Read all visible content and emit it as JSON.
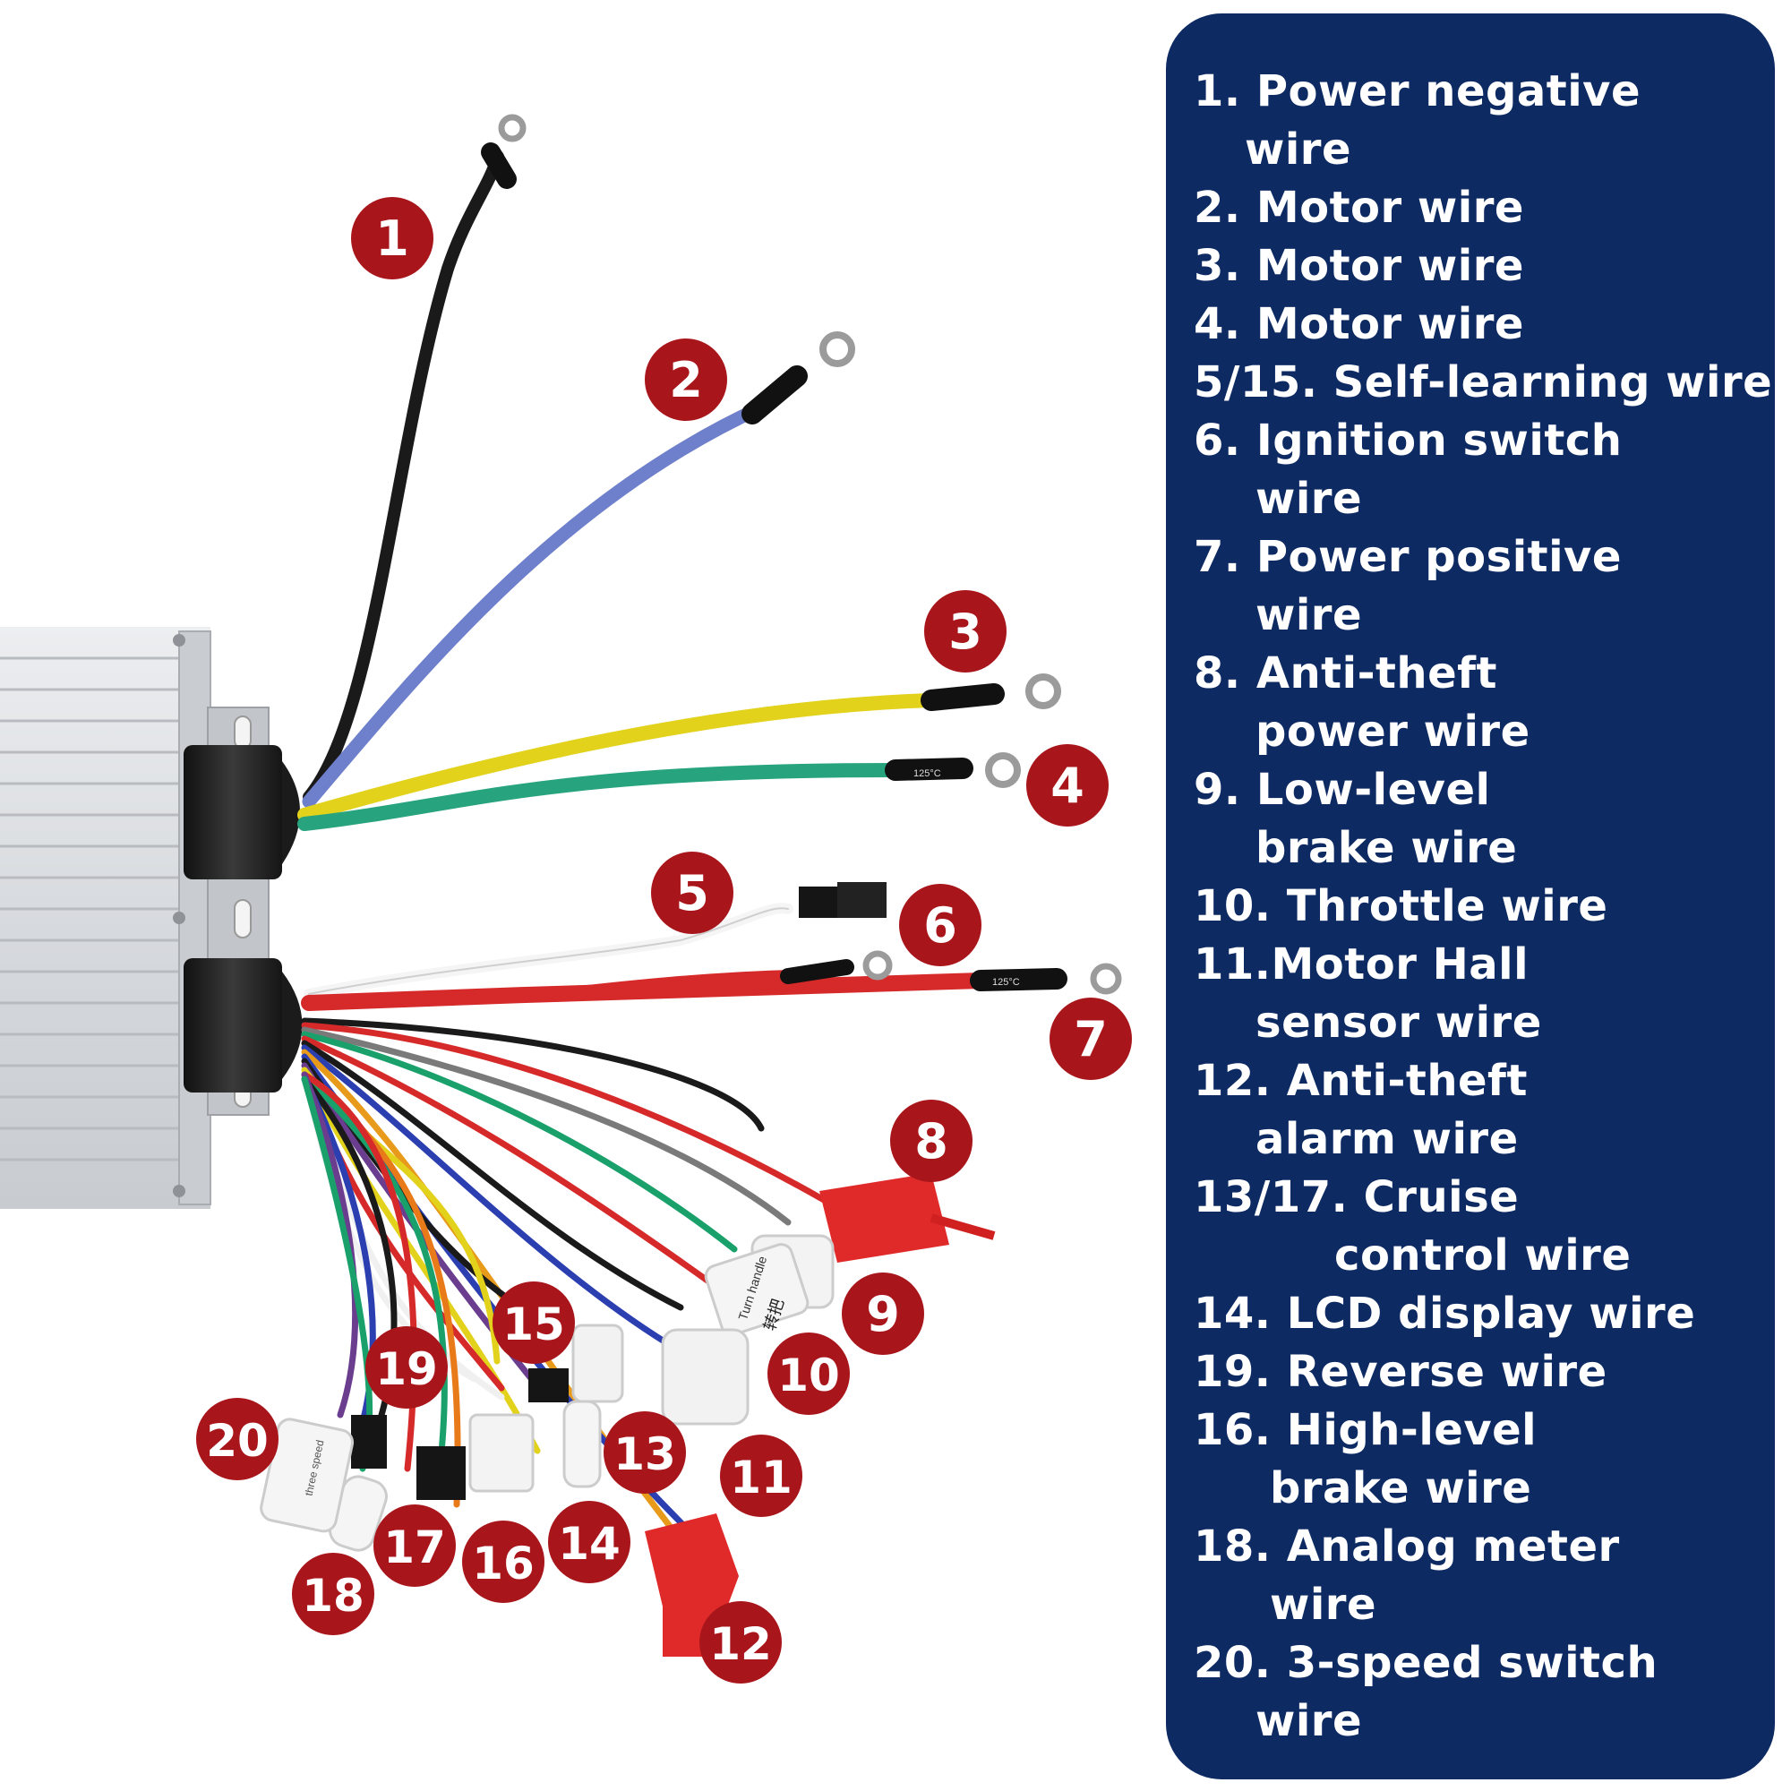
{
  "colors": {
    "panel_bg": "#0d2a63",
    "panel_text": "#ffffff",
    "badge_fill": "#a8161b",
    "badge_text": "#ffffff"
  },
  "badges": [
    "1",
    "2",
    "3",
    "4",
    "5",
    "6",
    "7",
    "8",
    "9",
    "10",
    "11",
    "12",
    "13",
    "14",
    "15",
    "16",
    "17",
    "18",
    "19",
    "20"
  ],
  "legend": {
    "lines": [
      "1. Power negative",
      "wire",
      "2. Motor wire",
      "3. Motor wire",
      "4. Motor wire",
      "5/15. Self-learning wire",
      "6. Ignition switch",
      "wire",
      "7. Power positive",
      "wire",
      "8. Anti-theft",
      "power wire",
      "9. Low-level",
      "brake wire",
      "10. Throttle wire",
      "11.Motor Hall",
      "sensor wire",
      "12. Anti-theft",
      "alarm wire",
      "13/17. Cruise",
      "control wire",
      "14. LCD display wire",
      "19. Reverse wire",
      "16. High-level",
      "brake wire",
      "18. Analog meter",
      "wire",
      "20. 3-speed switch",
      "wire"
    ]
  },
  "connector_labels": {
    "throttle": "Turn handle",
    "throttle_cn": "转把",
    "speed_switch": "three speed",
    "temp_1": "125°C",
    "temp_2": "125°C"
  }
}
